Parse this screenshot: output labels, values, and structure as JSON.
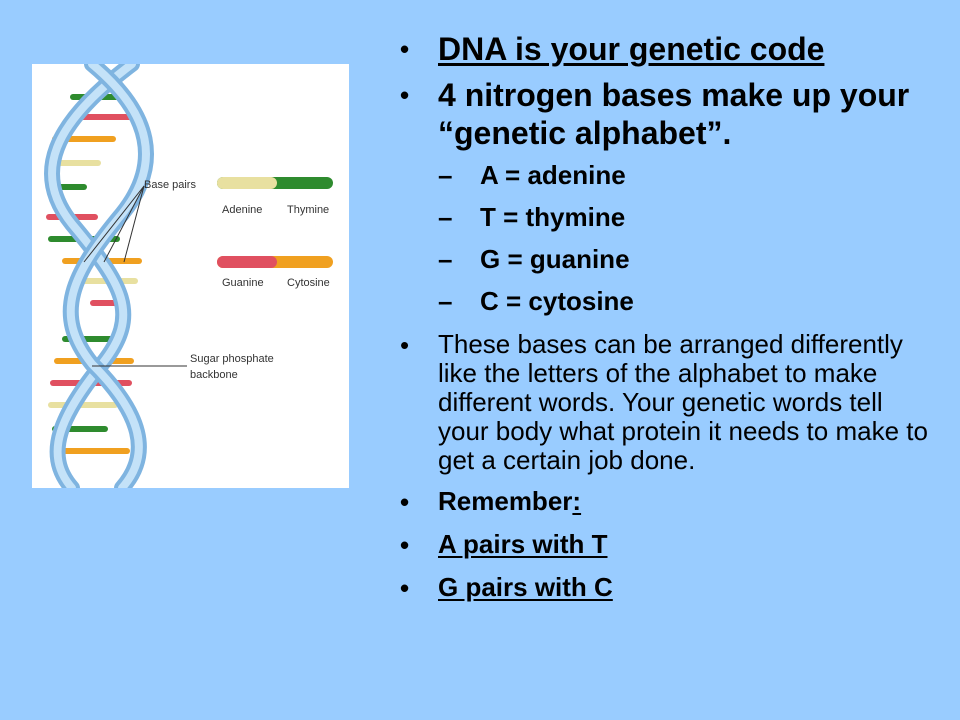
{
  "figure": {
    "labels": {
      "base_pairs": "Base pairs",
      "adenine": "Adenine",
      "thymine": "Thymine",
      "guanine": "Guanine",
      "cytosine": "Cytosine",
      "sugar_line1": "Sugar phosphate",
      "sugar_line2": "backbone"
    },
    "colors": {
      "adenine": "#e8e0a0",
      "thymine": "#2e8b2e",
      "guanine": "#e05060",
      "cytosine": "#f0a020",
      "backbone": "#a8d0f0"
    }
  },
  "bullets": {
    "b1": "DNA is your genetic code",
    "b2": "4 nitrogen bases make up your “genetic alphabet”.",
    "sub": [
      "A = adenine",
      "T = thymine",
      "G = guanine",
      "C = cytosine"
    ],
    "b3": "These bases can be arranged differently like the letters of the alphabet to make different words. Your genetic words tell your body what protein it needs to make to get a certain job done.",
    "b4_main": "Remember",
    "b4_colon": ":",
    "b5": "A pairs with T",
    "b6": "G pairs with C"
  },
  "bullet_char": "•",
  "dash_char": "–"
}
